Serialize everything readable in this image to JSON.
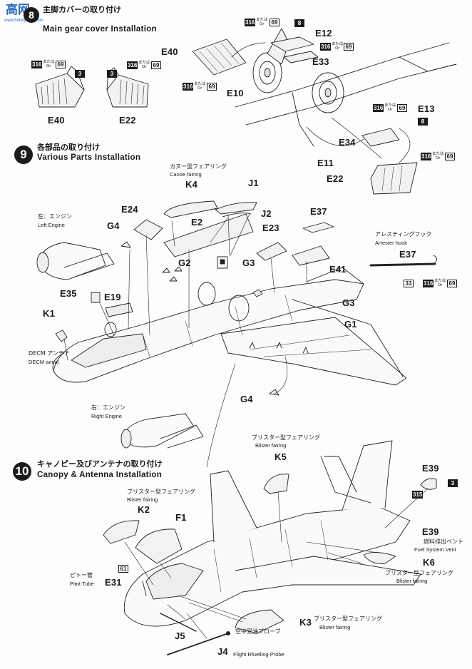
{
  "watermark": {
    "chars": "高网",
    "url": "www.hobbyasia.com"
  },
  "codes": {
    "c316": "316",
    "c69": "69",
    "c3": "3",
    "c8": "8",
    "c33": "33",
    "c315": "315",
    "c61": "61",
    "mata_wa": "または",
    "or": "Or"
  },
  "step8": {
    "number": "8",
    "title_jp": "主脚カバーの取り付け",
    "title_en": "Main gear cover Installation",
    "parts": {
      "e40": "E40",
      "e22": "E22",
      "e12": "E12",
      "e33": "E33",
      "e10": "E10",
      "e13": "E13",
      "e34": "E34",
      "e11": "E11"
    }
  },
  "step9": {
    "number": "9",
    "title_jp": "各部品の取り付け",
    "title_en": "Various Parts Installation",
    "parts": {
      "k4": "K4",
      "j1": "J1",
      "j2": "J2",
      "e24": "E24",
      "e2": "E2",
      "g4": "G4",
      "e37": "E37",
      "e23": "E23",
      "g2": "G2",
      "g3": "G3",
      "e41": "E41",
      "e35": "E35",
      "e19": "E19",
      "k1": "K1",
      "g1": "G1"
    },
    "notes": {
      "canoe_jp": "カヌー型フェアリング",
      "canoe_en": "Canoe fairing",
      "left_engine_jp": "左：エンジン",
      "left_engine_en": "Left Engine",
      "right_engine_jp": "右：エンジン",
      "right_engine_en": "Right Engine",
      "arrester_jp": "アレスティングフック",
      "arrester_en": "Arrester hook",
      "decm_jp": "DECM アンテナ",
      "decm_en": "DECM aerial"
    }
  },
  "step10": {
    "number": "10",
    "title_jp": "キャノピー及びアンテナの取り付け",
    "title_en": "Canopy & Antenna Installation",
    "parts": {
      "k5": "K5",
      "e39": "E39",
      "k2": "K2",
      "f1": "F1",
      "k6": "K6",
      "e31": "E31",
      "k3": "K3",
      "j5": "J5",
      "j4": "J4"
    },
    "notes": {
      "blister_jp": "ブリスター型フェアリング",
      "blister_en": "Blister fairing",
      "vent_jp": "燃料排出ベント",
      "vent_en": "Fuel System Vent",
      "pitot_jp": "ピトー管",
      "pitot_en": "Pitot Tube",
      "probe_jp": "空中受油プローブ",
      "probe_en": "Flight Rfuelling Probe"
    }
  }
}
